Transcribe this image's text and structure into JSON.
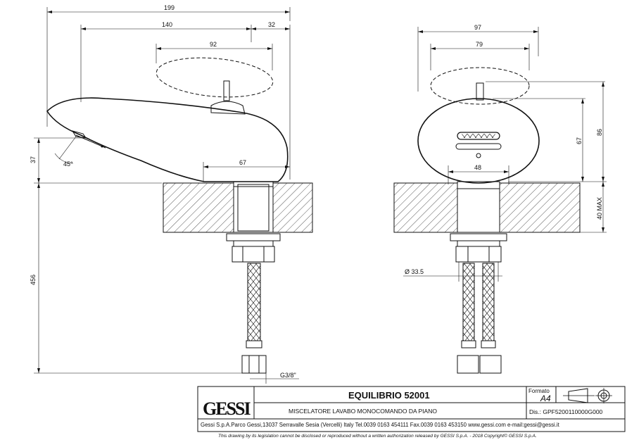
{
  "dimensions": {
    "d199": "199",
    "d140": "140",
    "d32": "32",
    "d92": "92",
    "d67_left": "67",
    "d37": "37",
    "d45": "45°",
    "d456": "456",
    "g38": "G3/8\"",
    "d97": "97",
    "d79": "79",
    "d86": "86",
    "d67_right": "67",
    "d48": "48",
    "d40max": "40 MAX",
    "d33": "Ø 33.5"
  },
  "title_block": {
    "logo": "GESSI",
    "product": "EQUILIBRIO 52001",
    "description": "MISCELATORE LAVABO MONOCOMANDO DA PIANO",
    "formato_label": "Formato",
    "formato_value": "A4",
    "dis_label": "Dis.: GPF5200110000G000",
    "company": "Gessi S.p.A.Parco Gessi,13037 Serravalle Sesia (Vercelli) Italy Tel.0039 0163 454111 Fax.0039 0163 453150 www.gessi.com e-mail:gessi@gessi.it",
    "disclaimer": "This drawing by its legislation cannot be disclosed or reproduced without a written authorization released by GESSI S.p.A. - 2018 Copyright© GESSI S.p.A."
  }
}
